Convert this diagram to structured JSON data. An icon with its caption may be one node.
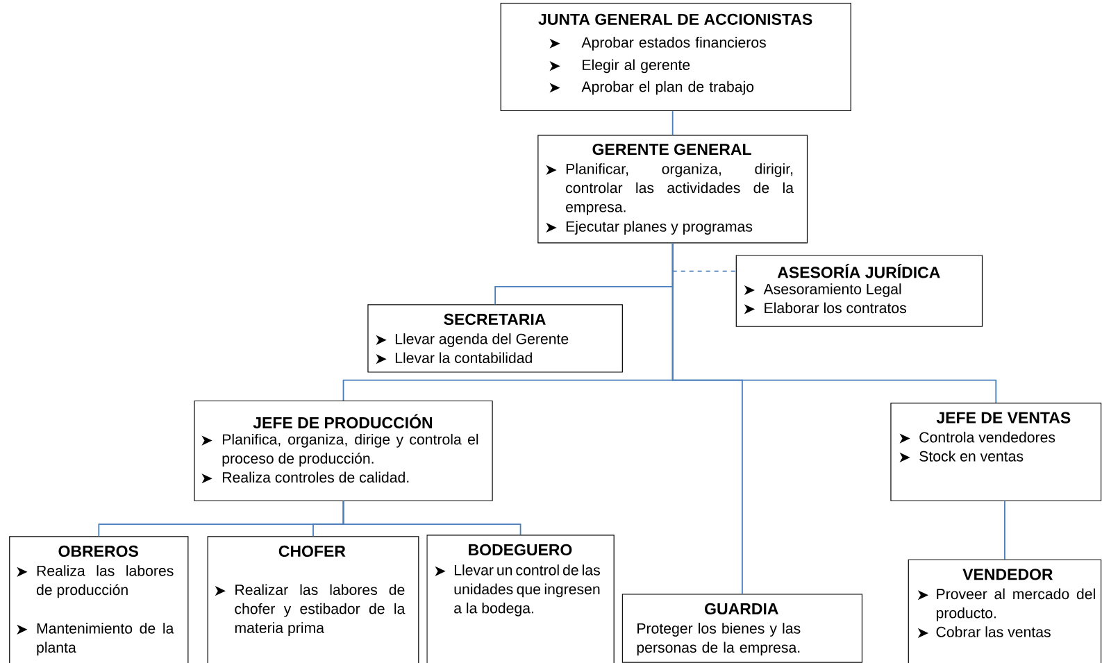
{
  "diagram": {
    "nodes": [
      {
        "text": [
          "JUNTA GENERAL DE ACCIONISTAS",
          "Aprobar estados financieros",
          "Elegir al gerente",
          "Aprobar el plan de trabajo"
        ]
      },
      {
        "text": [
          "GERENTE GENERAL",
          "Planificar, organiza, dirigir, controlar las actividades de la empresa.",
          "Ejecutar planes y programas"
        ]
      },
      {
        "text": [
          "ASESORÍA JURÍDICA",
          "Asesoramiento Legal",
          "Elaborar los contratos"
        ]
      },
      {
        "text": [
          "SECRETARIA",
          "Llevar agenda del Gerente",
          "Llevar la contabilidad"
        ]
      },
      {
        "text": [
          "JEFE DE PRODUCCIÓN",
          "Planifica, organiza, dirige y controla el proceso de producción.",
          "Realiza controles de calidad."
        ]
      },
      {
        "text": [
          "JEFE DE VENTAS",
          "Controla vendedores",
          "Stock en ventas"
        ]
      },
      {
        "text": [
          "OBREROS",
          "Realiza las labores de producción",
          "Mantenimiento de la planta"
        ]
      },
      {
        "text": [
          "CHOFER",
          "Realizar las labores de chofer y estibador de la materia prima"
        ]
      },
      {
        "text": [
          "BODEGUERO",
          "Llevar un control de las unidades que ingresen a la bodega."
        ]
      },
      {
        "text": [
          "GUARDIA",
          "Proteger los bienes y las personas de la empresa."
        ]
      },
      {
        "text": [
          "VENDEDOR",
          "Proveer al mercado del producto.",
          "Cobrar las ventas"
        ]
      }
    ],
    "edges": [
      {
        "from": 0,
        "to": 1,
        "arrow": "none"
      },
      {
        "from": 1,
        "to": 2,
        "arrow": "none",
        "style": "dashed"
      },
      {
        "from": 1,
        "to": 3,
        "arrow": "none"
      },
      {
        "from": 1,
        "to": 4,
        "arrow": "none"
      },
      {
        "from": 1,
        "to": 9,
        "arrow": "none"
      },
      {
        "from": 1,
        "to": 5,
        "arrow": "none"
      },
      {
        "from": 4,
        "to": 6,
        "arrow": "none"
      },
      {
        "from": 4,
        "to": 7,
        "arrow": "none"
      },
      {
        "from": 4,
        "to": 8,
        "arrow": "none"
      },
      {
        "from": 5,
        "to": 10,
        "arrow": "none"
      }
    ]
  }
}
